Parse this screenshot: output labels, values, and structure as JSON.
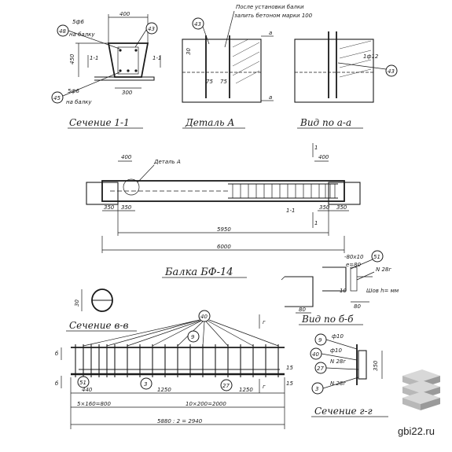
{
  "captions": {
    "section_1_1": "Сечение 1-1",
    "detail_a": "Деталь А",
    "view_a_a": "Вид по а-а",
    "beam_title": "Балка БФ-14",
    "section_v_v": "Сечение в-в",
    "view_b_b": "Вид по б-б",
    "section_g_g": "Сечение г-г"
  },
  "notes": {
    "after_install_1": "После установки балки",
    "after_install_2": "залить бетоном марки 100",
    "detail_a_ref": "Деталь А"
  },
  "marks": {
    "m48": "48",
    "m43": "43",
    "m45": "45",
    "m40": "40",
    "m9": "9",
    "m3": "3",
    "m27": "27",
    "m51": "51"
  },
  "labels": {
    "rebar_5f6_top": "5ф6",
    "on_beam_top": "на балку",
    "rebar_5f6_bot": "5ф6",
    "on_beam_bot": "на балку",
    "dim_400": "400",
    "dim_300": "300",
    "dim_450": "450",
    "dim_400b": "400",
    "sec_1_1_left": "1-1",
    "sec_1_1_right": "1-1",
    "d75a": "75",
    "d75b": "75",
    "d30": "30",
    "a_mark_top": "а",
    "a_mark_bot": "а",
    "rebar_1f12": "1ф12",
    "dim_350_l1": "350",
    "dim_350_l2": "350",
    "dim_350_r1": "350",
    "dim_350_r2": "350",
    "dim_5950": "5950",
    "dim_6000": "6000",
    "sec_1_l": "1",
    "sec_1_r": "1",
    "plate_80x10": "-80x10",
    "plate_e80": "e=80",
    "angle_28": "N 28г",
    "tab_80": "80",
    "dim_10": "10",
    "weld_h": "Шов h= мм",
    "dim_30v": "30",
    "g_mark_top": "г",
    "g_mark_bot": "г",
    "b_mark_top": "б",
    "b_mark_bot": "б",
    "d15a": "15",
    "d15b": "15",
    "d440": "440",
    "d1250a": "1250",
    "d1250b": "1250",
    "d5x160": "5×160=800",
    "d10x200": "10×200=2000",
    "d5880": "5880 : 2 = 2940",
    "gg_f10a": "ф10",
    "gg_f10b": "ф10",
    "gg_n28a": "N 28г",
    "gg_n28b": "N 28г",
    "gg_350": "350",
    "site": "gbi22.ru"
  },
  "colors": {
    "ink": "#1a1a1a",
    "logo_light": "#d8d8d8",
    "logo_mid": "#b8b8b8",
    "logo_dark": "#9a9a9a"
  },
  "icons": {
    "logo": "stacked-slabs-icon"
  }
}
